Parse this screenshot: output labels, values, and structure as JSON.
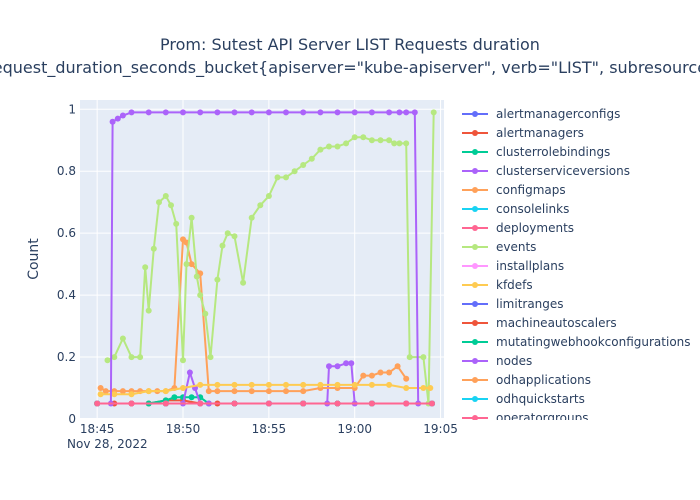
{
  "chart_data": {
    "type": "line",
    "title_line1": "Prom: Sutest API Server LIST Requests duration",
    "title_line2": "request_duration_seconds_bucket{apiserver=\"kube-apiserver\", verb=\"LIST\", subresource!",
    "ylabel": "Count",
    "xlabel": "",
    "x_unit": "minutes",
    "x_ticks": [
      {
        "label": "18:45",
        "value": 0
      },
      {
        "label": "18:50",
        "value": 5
      },
      {
        "label": "18:55",
        "value": 10
      },
      {
        "label": "19:00",
        "value": 15
      },
      {
        "label": "19:05",
        "value": 20
      }
    ],
    "x_date_label": "Nov 28, 2022",
    "xlim": [
      "18:44",
      "19:05"
    ],
    "y_ticks": [
      0,
      0.2,
      0.4,
      0.6,
      0.8,
      1
    ],
    "ylim": [
      0,
      1.03
    ],
    "grid": true,
    "legend_position": "right",
    "plot_background": "#e5ecf6",
    "series": [
      {
        "name": "alertmanagerconfigs",
        "color": "#636efa",
        "x": [
          0,
          2,
          4,
          6,
          8,
          10,
          12,
          14,
          16,
          18,
          19.5
        ],
        "y": [
          0.05,
          0.05,
          0.05,
          0.05,
          0.05,
          0.05,
          0.05,
          0.05,
          0.05,
          0.05,
          0.05
        ]
      },
      {
        "name": "alertmanagers",
        "color": "#ef553b",
        "x": [
          0,
          1,
          2,
          3,
          4,
          5,
          6,
          7,
          8,
          10,
          12,
          14,
          16,
          18,
          19.5
        ],
        "y": [
          0.05,
          0.05,
          0.05,
          0.05,
          0.06,
          0.06,
          0.05,
          0.05,
          0.05,
          0.05,
          0.05,
          0.05,
          0.05,
          0.05,
          0.05
        ]
      },
      {
        "name": "clusterrolebindings",
        "color": "#00cc96",
        "x": [
          0,
          3,
          4,
          4.5,
          5,
          5.5,
          6,
          6.5,
          8,
          10,
          14,
          19.5
        ],
        "y": [
          0.05,
          0.05,
          0.06,
          0.07,
          0.07,
          0.07,
          0.07,
          0.05,
          0.05,
          0.05,
          0.05,
          0.05
        ]
      },
      {
        "name": "clusterserviceversions",
        "color": "#ab63fa",
        "x": [
          0,
          4,
          5,
          5.4,
          5.7,
          6,
          6.5,
          8,
          10,
          12,
          13.4,
          13.5,
          14,
          14.5,
          14.8,
          15,
          16,
          18,
          19.5
        ],
        "y": [
          0.05,
          0.05,
          0.05,
          0.15,
          0.1,
          0.05,
          0.05,
          0.05,
          0.05,
          0.05,
          0.05,
          0.17,
          0.17,
          0.18,
          0.18,
          0.05,
          0.05,
          0.05,
          0.05
        ]
      },
      {
        "name": "configmaps",
        "color": "#ffa15a",
        "x": [
          0.2,
          0.5,
          1,
          1.5,
          2,
          2.5,
          3,
          3.5,
          4,
          4.5,
          5,
          5.2,
          5.5,
          6,
          6.5,
          7,
          8,
          9,
          10,
          11,
          12,
          13,
          14,
          15,
          15.5,
          16,
          16.5,
          17,
          17.5,
          18
        ],
        "y": [
          0.1,
          0.09,
          0.09,
          0.09,
          0.09,
          0.09,
          0.09,
          0.09,
          0.09,
          0.1,
          0.58,
          0.57,
          0.5,
          0.47,
          0.09,
          0.09,
          0.09,
          0.09,
          0.09,
          0.09,
          0.09,
          0.1,
          0.1,
          0.1,
          0.14,
          0.14,
          0.15,
          0.15,
          0.17,
          0.13
        ]
      },
      {
        "name": "consolelinks",
        "color": "#19d3f3",
        "x": [
          0,
          4,
          8,
          12,
          16,
          19.5
        ],
        "y": [
          0.05,
          0.05,
          0.05,
          0.05,
          0.05,
          0.05
        ]
      },
      {
        "name": "deployments",
        "color": "#ff6692",
        "x": [
          0,
          2,
          4,
          6,
          8,
          10,
          12,
          14,
          16,
          18,
          19.5
        ],
        "y": [
          0.05,
          0.05,
          0.05,
          0.05,
          0.05,
          0.05,
          0.05,
          0.05,
          0.05,
          0.05,
          0.05
        ]
      },
      {
        "name": "events",
        "color": "#b6e880",
        "x": [
          0.6,
          1,
          1.5,
          2,
          2.5,
          2.8,
          3,
          3.3,
          3.6,
          4,
          4.3,
          4.6,
          5,
          5.2,
          5.5,
          5.8,
          6,
          6.3,
          6.6,
          7,
          7.3,
          7.6,
          8,
          8.5,
          9,
          9.5,
          10,
          10.5,
          11,
          11.5,
          12,
          12.5,
          13,
          13.5,
          14,
          14.5,
          15,
          15.5,
          16,
          16.5,
          17,
          17.3,
          17.6,
          18,
          18.2,
          19,
          19.3,
          19.6
        ],
        "y": [
          0.19,
          0.2,
          0.26,
          0.2,
          0.2,
          0.49,
          0.35,
          0.55,
          0.7,
          0.72,
          0.69,
          0.63,
          0.19,
          0.5,
          0.65,
          0.46,
          0.4,
          0.34,
          0.2,
          0.45,
          0.56,
          0.6,
          0.59,
          0.44,
          0.65,
          0.69,
          0.72,
          0.78,
          0.78,
          0.8,
          0.82,
          0.84,
          0.87,
          0.88,
          0.88,
          0.89,
          0.91,
          0.91,
          0.9,
          0.9,
          0.9,
          0.89,
          0.89,
          0.89,
          0.2,
          0.2,
          0.05,
          0.99
        ]
      },
      {
        "name": "installplans",
        "color": "#ff97ff",
        "x": [
          0,
          4,
          8,
          12,
          16,
          19.5
        ],
        "y": [
          0.05,
          0.05,
          0.05,
          0.05,
          0.05,
          0.05
        ]
      },
      {
        "name": "kfdefs",
        "color": "#fecb52",
        "x": [
          0.2,
          1,
          2,
          3,
          4,
          5,
          6,
          7,
          8,
          9,
          10,
          11,
          12,
          13,
          14,
          15,
          16,
          17,
          18,
          19,
          19.4
        ],
        "y": [
          0.08,
          0.08,
          0.08,
          0.09,
          0.09,
          0.1,
          0.11,
          0.11,
          0.11,
          0.11,
          0.11,
          0.11,
          0.11,
          0.11,
          0.11,
          0.11,
          0.11,
          0.11,
          0.1,
          0.1,
          0.1
        ]
      },
      {
        "name": "limitranges",
        "color": "#636efa",
        "x": [
          0,
          4,
          8,
          12,
          16,
          19.5
        ],
        "y": [
          0.05,
          0.05,
          0.05,
          0.05,
          0.05,
          0.05
        ]
      },
      {
        "name": "machineautoscalers",
        "color": "#ef553b",
        "x": [
          0,
          4,
          8,
          12,
          16,
          19.5
        ],
        "y": [
          0.05,
          0.05,
          0.05,
          0.05,
          0.05,
          0.05
        ]
      },
      {
        "name": "mutatingwebhookconfigurations",
        "color": "#00cc96",
        "x": [
          0,
          4,
          8,
          12,
          16,
          19.5
        ],
        "y": [
          0.05,
          0.05,
          0.05,
          0.05,
          0.05,
          0.05
        ]
      },
      {
        "name": "nodes",
        "color": "#ab63fa",
        "x": [
          0.8,
          0.9,
          1.2,
          1.5,
          2,
          3,
          4,
          5,
          6,
          7,
          8,
          9,
          10,
          11,
          12,
          13,
          14,
          15,
          16,
          17,
          17.6,
          18,
          18.5,
          18.7,
          19.5
        ],
        "y": [
          0.05,
          0.96,
          0.97,
          0.98,
          0.99,
          0.99,
          0.99,
          0.99,
          0.99,
          0.99,
          0.99,
          0.99,
          0.99,
          0.99,
          0.99,
          0.99,
          0.99,
          0.99,
          0.99,
          0.99,
          0.99,
          0.99,
          0.99,
          0.05,
          0.05
        ]
      },
      {
        "name": "odhapplications",
        "color": "#ffa15a",
        "x": [
          0,
          4,
          8,
          12,
          16,
          19.5
        ],
        "y": [
          0.05,
          0.05,
          0.05,
          0.05,
          0.05,
          0.05
        ]
      },
      {
        "name": "odhquickstarts",
        "color": "#19d3f3",
        "x": [
          0,
          4,
          8,
          12,
          16,
          19.5
        ],
        "y": [
          0.05,
          0.05,
          0.05,
          0.05,
          0.05,
          0.05
        ]
      },
      {
        "name": "operatorgroups",
        "color": "#ff6692",
        "x": [
          0,
          4,
          8,
          12,
          16,
          19.5
        ],
        "y": [
          0.05,
          0.05,
          0.05,
          0.05,
          0.05,
          0.05
        ]
      }
    ]
  }
}
